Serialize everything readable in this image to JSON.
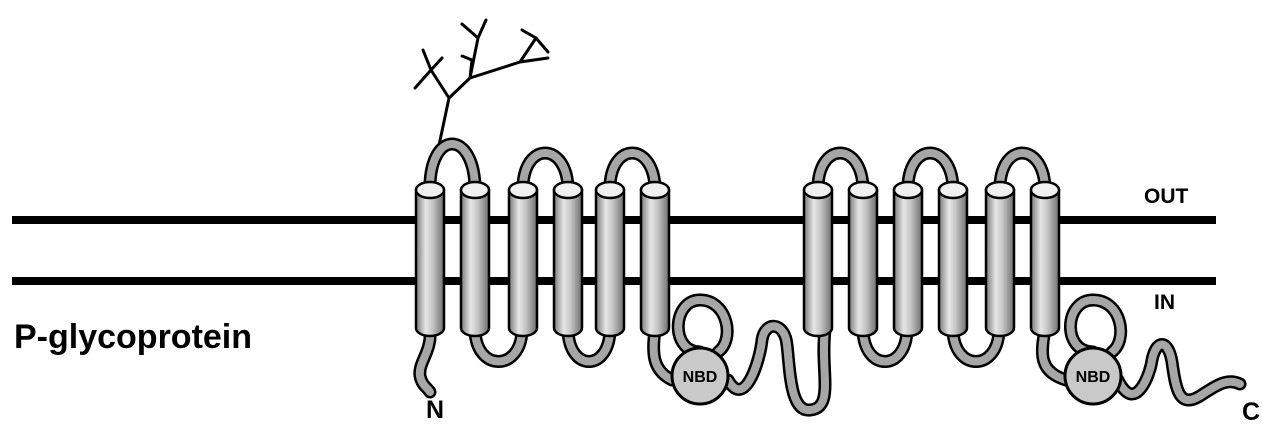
{
  "title": "P-glycoprotein",
  "labels": {
    "outside": "OUT",
    "inside": "IN",
    "n_terminus": "N",
    "c_terminus": "C",
    "nbd_1": "NBD",
    "nbd_2": "NBD"
  },
  "colors": {
    "membrane_line": "#000000",
    "helix_fill": "#bdbdbd",
    "loop_fill": "#a6a6a6",
    "outline": "#000000",
    "nbd_fill": "#c9c9c9"
  }
}
